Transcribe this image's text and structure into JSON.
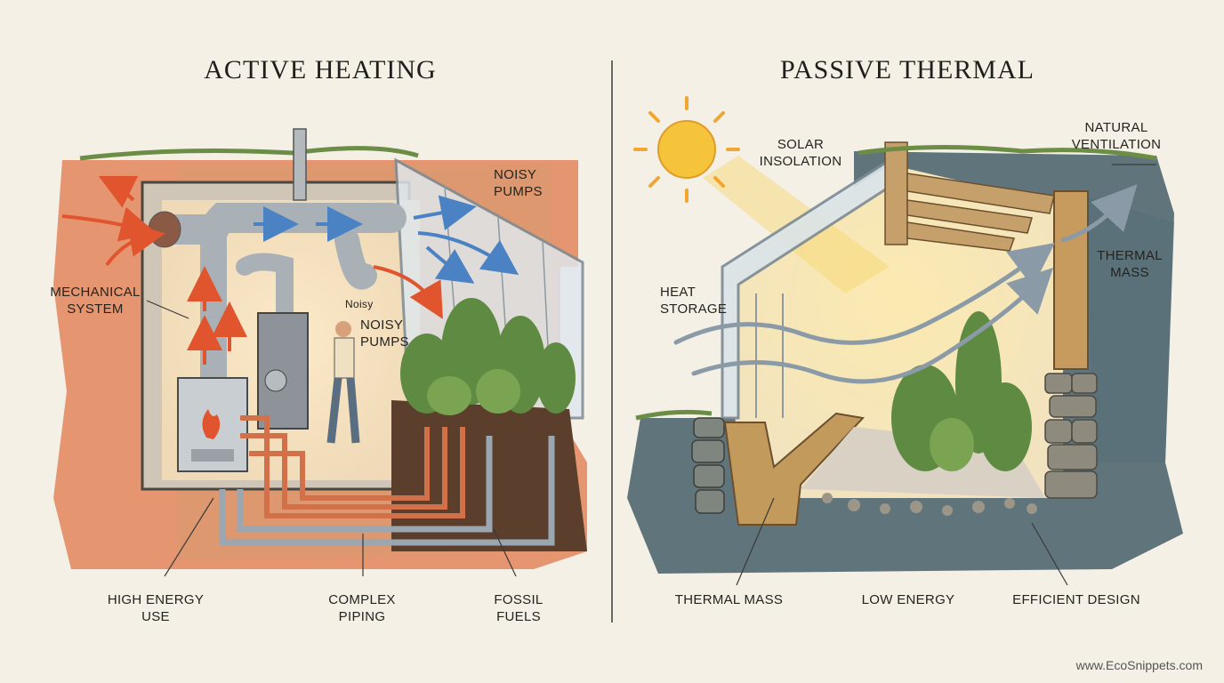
{
  "active": {
    "title": "ACTIVE HEATING",
    "labels": {
      "noisy_pumps_top": [
        "NOISY",
        "PUMPS"
      ],
      "mechanical_system": [
        "MECHANICAL",
        "SYSTEM"
      ],
      "noisy_small": "Noisy",
      "noisy_pumps_mid": [
        "NOISY",
        "PUMPS"
      ],
      "high_energy_use": [
        "HIGH ENERGY",
        "USE"
      ],
      "complex_piping": [
        "COMPLEX",
        "PIPING"
      ],
      "fossil_fuels": [
        "FOSSIL",
        "FUELS"
      ]
    }
  },
  "passive": {
    "title": "PASSIVE THERMAL",
    "labels": {
      "solar_insolation": [
        "SOLAR",
        "INSOLATION"
      ],
      "natural_ventilation": [
        "NATURAL",
        "VENTILATION"
      ],
      "thermal_mass_right": [
        "THERMAL",
        "MASS"
      ],
      "heat_storage": [
        "HEAT",
        "STORAGE"
      ],
      "thermal_mass_bottom": "THERMAL MASS",
      "low_energy": "LOW ENERGY",
      "efficient_design": "EFFICIENT DESIGN"
    }
  },
  "credit": "www.EcoSnippets.com",
  "colors": {
    "background": "#f4f0e6",
    "warm_soil": "#e0784a",
    "cool_soil": "#3b5560",
    "duct_blue": "#4a82c4",
    "heat_red": "#e0542e",
    "sun_yellow": "#f6c43a",
    "plant_green": "#5f8a42"
  }
}
